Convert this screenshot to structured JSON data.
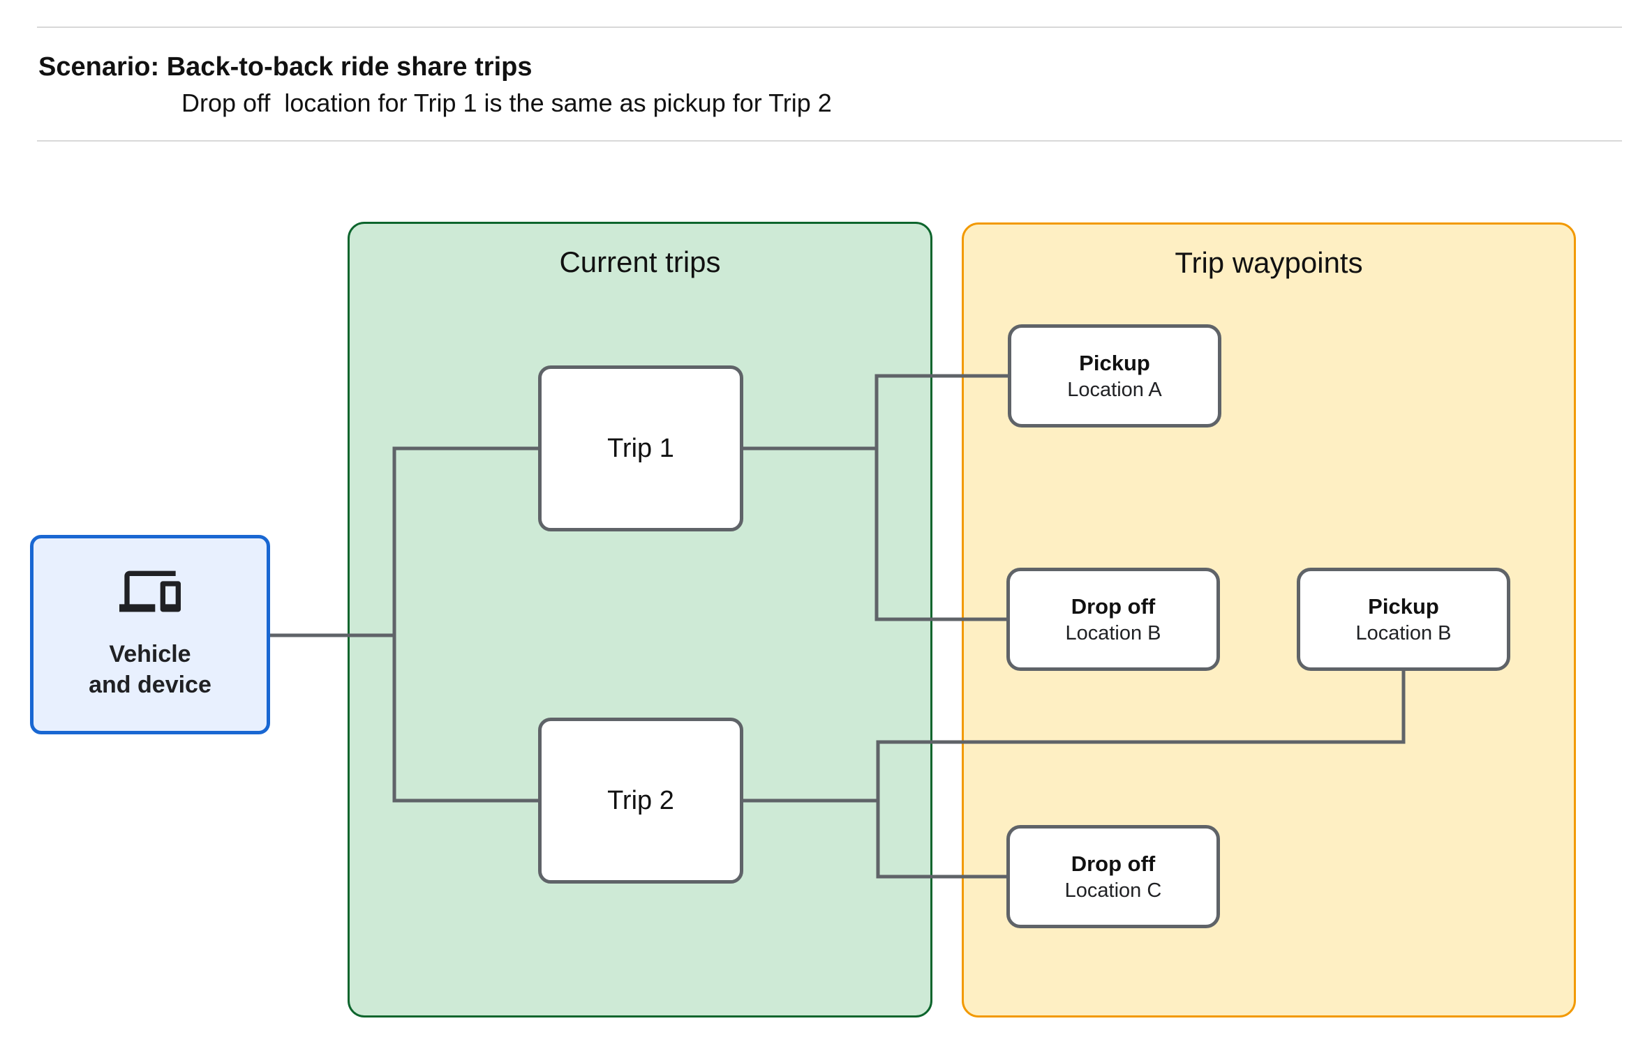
{
  "header": {
    "title": "Scenario: Back-to-back ride share trips",
    "subtitle": "Drop off  location for Trip 1 is the same as pickup for Trip 2"
  },
  "vehicle": {
    "icon": "devices-icon",
    "label_line1": "Vehicle",
    "label_line2": "and device"
  },
  "groups": {
    "current_trips": {
      "title": "Current trips"
    },
    "trip_waypoints": {
      "title": "Trip waypoints"
    }
  },
  "trips": [
    {
      "id": "trip-1",
      "label": "Trip 1"
    },
    {
      "id": "trip-2",
      "label": "Trip 2"
    }
  ],
  "waypoints": [
    {
      "id": "pickup-a",
      "title": "Pickup",
      "subtitle": "Location A"
    },
    {
      "id": "dropoff-b",
      "title": "Drop off",
      "subtitle": "Location B"
    },
    {
      "id": "pickup-b",
      "title": "Pickup",
      "subtitle": "Location B"
    },
    {
      "id": "dropoff-c",
      "title": "Drop off",
      "subtitle": "Location C"
    }
  ],
  "edges": [
    {
      "from": "vehicle",
      "to": "trip-1"
    },
    {
      "from": "vehicle",
      "to": "trip-2"
    },
    {
      "from": "trip-1",
      "to": "pickup-a"
    },
    {
      "from": "trip-1",
      "to": "dropoff-b"
    },
    {
      "from": "trip-2",
      "to": "pickup-b"
    },
    {
      "from": "trip-2",
      "to": "dropoff-c"
    }
  ],
  "colors": {
    "vehicle_fill": "#e8f0fe",
    "vehicle_border": "#1967d2",
    "current_trips_fill": "#ceead6",
    "current_trips_border": "#0d652d",
    "trip_waypoints_fill": "#feefc3",
    "trip_waypoints_border": "#f29900",
    "connector_gray": "#5f6368",
    "divider_gray": "#d8d8d8"
  }
}
